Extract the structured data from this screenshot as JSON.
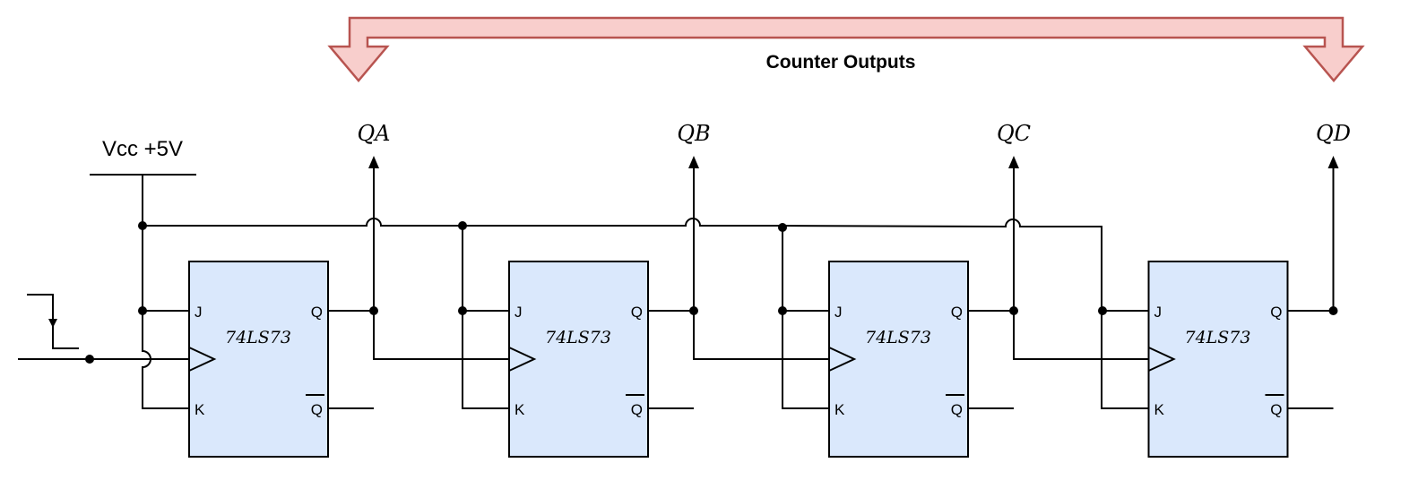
{
  "title": "Counter Outputs",
  "supply_label": "Vcc +5V",
  "outputs": [
    "QA",
    "QB",
    "QC",
    "QD"
  ],
  "chip": {
    "name": "74LS73",
    "pin_j": "J",
    "pin_k": "K",
    "pin_q": "Q",
    "pin_qbar": "Q"
  },
  "colors": {
    "arrow_fill": "#f8cecc",
    "arrow_stroke": "#b85450",
    "chip_fill": "#dae8fc"
  }
}
